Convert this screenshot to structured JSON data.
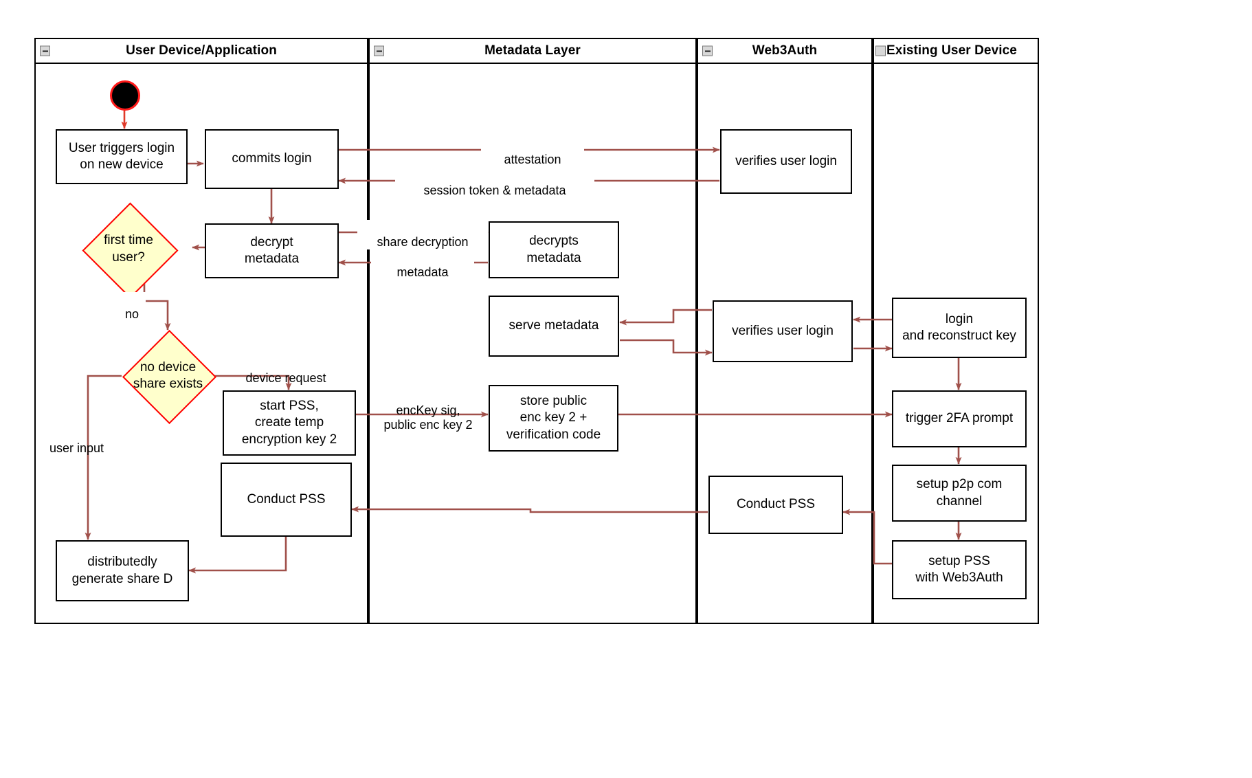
{
  "diagram": {
    "title": "Web3Auth new-device login activity diagram",
    "colors": {
      "edge": "#a0504a",
      "start_ring": "#ff1a1a",
      "decision_fill": "#ffffcc",
      "decision_border": "#ff0000",
      "node_border": "#000000",
      "node_fill": "#ffffff"
    }
  },
  "lanes": [
    {
      "id": "user-device-application",
      "title": "User Device/Application",
      "collapse_icon": "minus-icon"
    },
    {
      "id": "metadata-layer",
      "title": "Metadata Layer",
      "collapse_icon": "minus-icon"
    },
    {
      "id": "web3auth",
      "title": "Web3Auth",
      "collapse_icon": "minus-icon"
    },
    {
      "id": "existing-user-device",
      "title": "Existing User Device",
      "collapse_icon": "minus-icon"
    }
  ],
  "nodes": {
    "start": {
      "kind": "initial-node",
      "label": ""
    },
    "user_triggers_login": {
      "label": "User triggers login\non new device"
    },
    "commits_login": {
      "label": "commits login"
    },
    "verifies_user_login_1": {
      "label": "verifies user login"
    },
    "first_time_user": {
      "label": "first time\nuser?",
      "kind": "decision"
    },
    "decrypt_metadata": {
      "label": "decrypt\nmetadata"
    },
    "decrypts_metadata": {
      "label": "decrypts\nmetadata"
    },
    "serve_metadata": {
      "label": "serve metadata"
    },
    "verifies_user_login_2": {
      "label": "verifies user login"
    },
    "login_reconstruct_key": {
      "label": "login\nand reconstruct key"
    },
    "no_device_share_exists": {
      "label": "no device\nshare exists",
      "kind": "decision"
    },
    "start_pss_create_temp_key": {
      "label": "start PSS,\ncreate temp\nencryption key 2"
    },
    "store_public_enc_key": {
      "label": "store public\nenc key 2 +\nverification code"
    },
    "trigger_2fa_prompt": {
      "label": "trigger 2FA prompt"
    },
    "setup_p2p_com_channel": {
      "label": "setup p2p com\nchannel"
    },
    "conduct_pss_user": {
      "label": "Conduct PSS"
    },
    "conduct_pss_web3auth": {
      "label": "Conduct PSS"
    },
    "setup_pss_with_web3auth": {
      "label": "setup PSS\nwith Web3Auth"
    },
    "distributedly_generate_share_d": {
      "label": "distributedly\ngenerate share D"
    }
  },
  "edge_labels": {
    "attestation": "attestation",
    "session_token": "session token & metadata",
    "share_decryption": "share decryption",
    "metadata": "metadata",
    "no": "no",
    "device_request": "device request",
    "enc_key": "encKey sig,\npublic enc key 2",
    "user_input": "user input"
  }
}
